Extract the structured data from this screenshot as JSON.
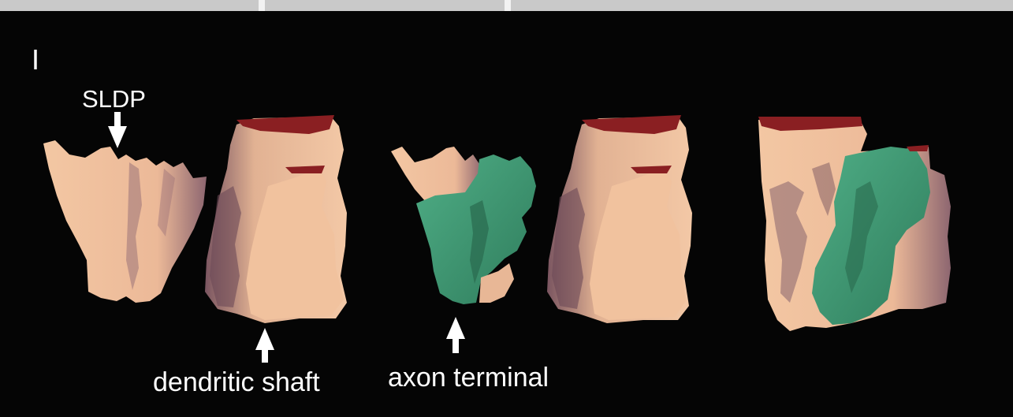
{
  "panel": {
    "letter": "I"
  },
  "labels": {
    "sldp": "SLDP",
    "dendritic_shaft": "dendritic shaft",
    "axon_terminal": "axon terminal"
  },
  "colors": {
    "background": "#050505",
    "dendrite": "#f1c29e",
    "dendrite_shadow": "#7a5560",
    "axon": "#3f9a74",
    "cut_surface": "#8a1f22",
    "text": "#ffffff"
  }
}
